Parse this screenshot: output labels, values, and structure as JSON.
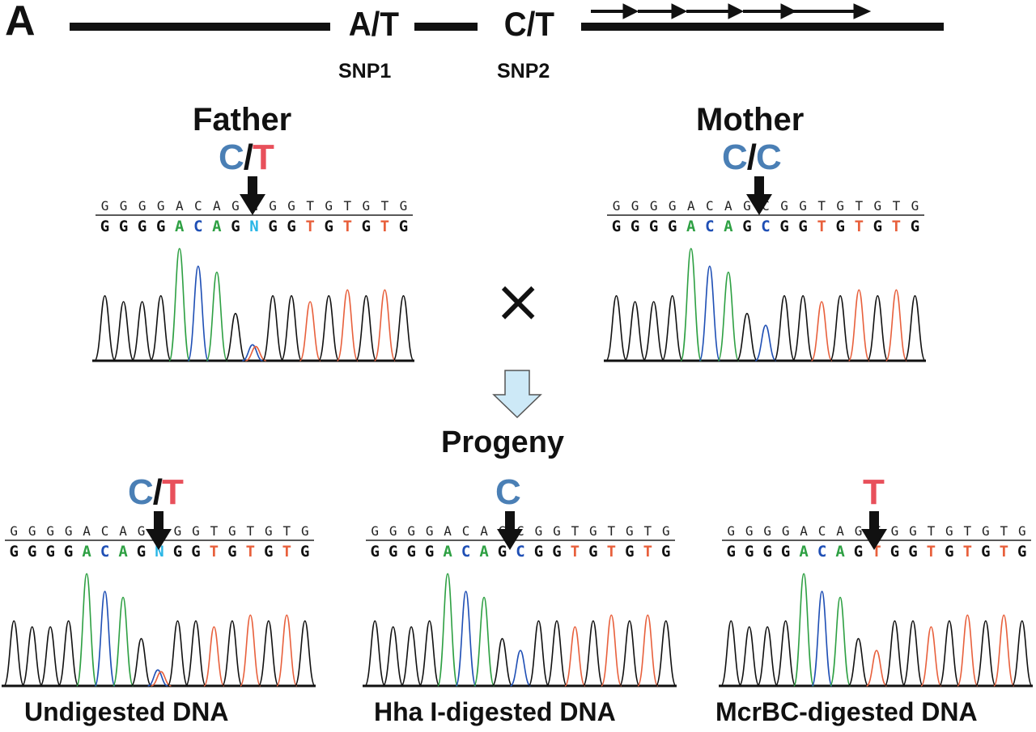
{
  "panel_label": "A",
  "locus": {
    "snp1": {
      "alleles": "A/T",
      "name": "SNP1"
    },
    "snp2": {
      "alleles": "C/T",
      "name": "SNP2"
    }
  },
  "parents": {
    "father": {
      "label": "Father",
      "genotype": [
        "C",
        "/",
        "T"
      ]
    },
    "mother": {
      "label": "Mother",
      "genotype": [
        "C",
        "/",
        "C"
      ]
    },
    "cross_symbol": "×"
  },
  "progeny": {
    "label": "Progeny",
    "samples": [
      {
        "label": "Undigested DNA",
        "genotype": [
          "C",
          "/",
          "T"
        ]
      },
      {
        "label": "Hha I-digested DNA",
        "genotype": [
          "C"
        ]
      },
      {
        "label": "McrBC-digested DNA",
        "genotype": [
          "T"
        ]
      }
    ]
  },
  "sequences": {
    "father": "GGGGACAGNGGTGTGTG",
    "mother": "GGGGACAGCGGTGTGTG",
    "undigested": "GGGGACAGNGGTGTGTG",
    "hhai": "GGGGACAGCGGTGTGTG",
    "mcrbc": "GGGGACAGTGGTGTGTG"
  },
  "colors": {
    "allele_c": "#4a7fb5",
    "allele_t": "#e8505b",
    "base_g": "#111111",
    "base_a": "#2ea043",
    "base_c": "#1f4fb5",
    "base_t": "#e8603c",
    "base_n": "#29b6e6",
    "down_arrow_fill": "#cde9f7"
  }
}
